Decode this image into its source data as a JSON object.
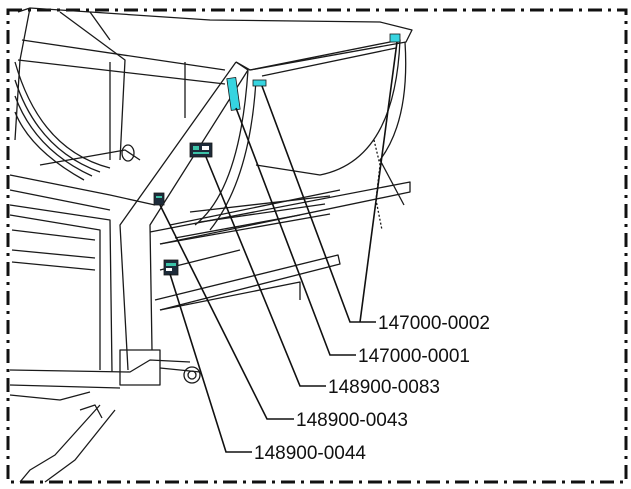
{
  "callouts": [
    {
      "part_number": "147000-0002"
    },
    {
      "part_number": "147000-0001"
    },
    {
      "part_number": "148900-0083"
    },
    {
      "part_number": "148900-0043"
    },
    {
      "part_number": "148900-0044"
    }
  ],
  "colors": {
    "line": "#1a1a1a",
    "decal_cyan": "#36d4e0",
    "decal_dark": "#1d2b3a",
    "decal_green": "#3cc3a8",
    "border": "#111111"
  }
}
